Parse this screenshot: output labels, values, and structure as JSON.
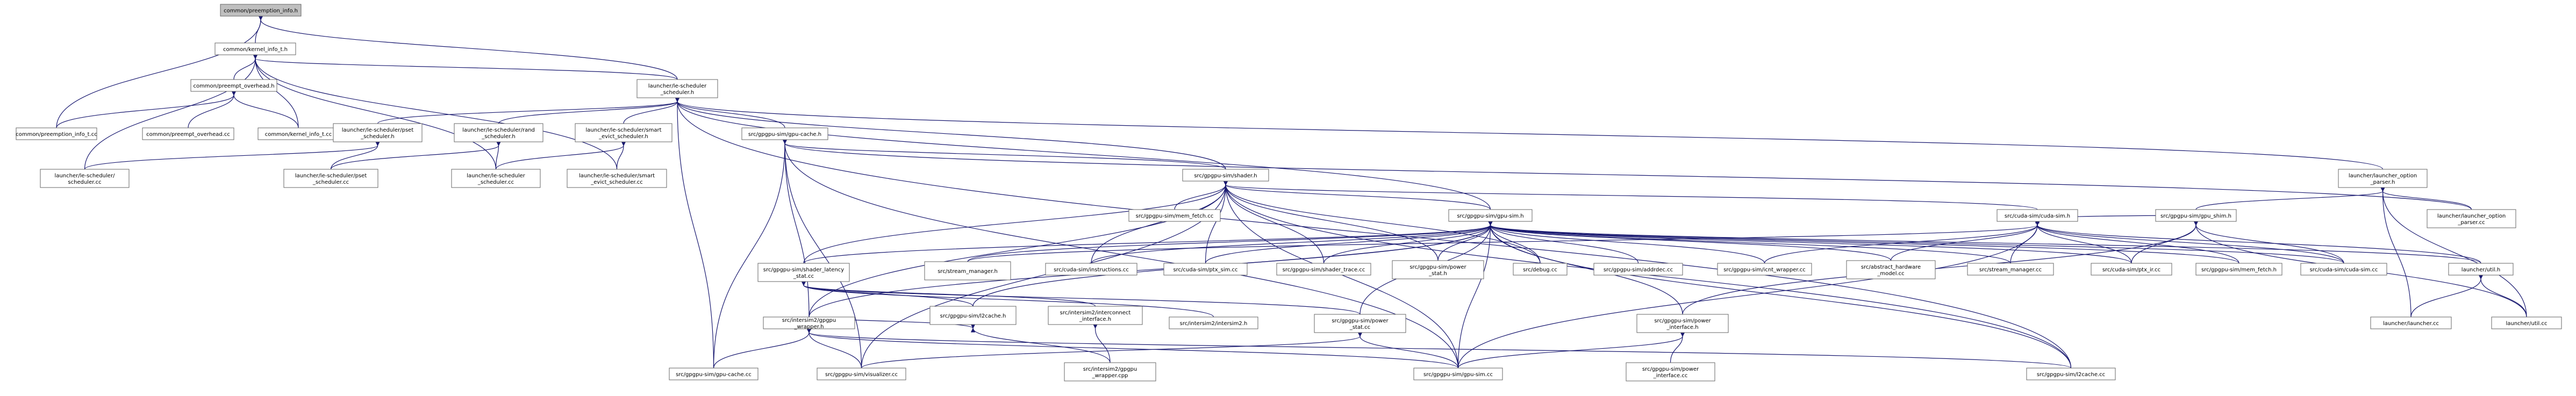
{
  "colors": {
    "node_fill": "#ffffff",
    "root_fill": "#bfbfbf",
    "red_border": "#ff0000",
    "edge": "#191970",
    "text": "#000000"
  },
  "nodes": [
    {
      "id": "n1",
      "lines": [
        "common/preemption_info.h"
      ],
      "root": true
    },
    {
      "id": "n2",
      "lines": [
        "common/kernel_info_t.h"
      ]
    },
    {
      "id": "n3",
      "lines": [
        "launcher/le-scheduler",
        "_scheduler.h"
      ]
    },
    {
      "id": "n4",
      "lines": [
        "common/preempt_overhead.h"
      ]
    },
    {
      "id": "n5",
      "lines": [
        "common/preemption_info_t.cc"
      ]
    },
    {
      "id": "n6",
      "lines": [
        "common/preempt_overhead.cc"
      ]
    },
    {
      "id": "n7",
      "lines": [
        "common/kernel_info_t.cc"
      ]
    },
    {
      "id": "n8",
      "lines": [
        "launcher/le-scheduler/",
        "scheduler.cc"
      ]
    },
    {
      "id": "n9",
      "lines": [
        "launcher/le-scheduler/pset",
        "_scheduler.h"
      ]
    },
    {
      "id": "n10",
      "lines": [
        "launcher/le-scheduler/rand",
        "_scheduler.h"
      ]
    },
    {
      "id": "n11",
      "lines": [
        "launcher/le-scheduler/smart",
        "_evict_scheduler.h"
      ]
    },
    {
      "id": "n12",
      "lines": [
        "src/gpgpu-sim/gpu-cache.h"
      ]
    },
    {
      "id": "n13",
      "lines": [
        "launcher/le-scheduler/pset",
        "_scheduler.cc"
      ]
    },
    {
      "id": "n14",
      "lines": [
        "launcher/le-scheduler",
        "_scheduler.cc"
      ]
    },
    {
      "id": "n15",
      "lines": [
        "launcher/le-scheduler/smart",
        "_evict_scheduler.cc"
      ]
    },
    {
      "id": "n16",
      "lines": [
        "src/gpgpu-sim/shader.h"
      ]
    },
    {
      "id": "n17",
      "lines": [
        "launcher/launcher_option",
        "_parser.h"
      ]
    },
    {
      "id": "n18",
      "lines": [
        "src/gpgpu-sim/mem_fetch.cc"
      ]
    },
    {
      "id": "n19",
      "lines": [
        "src/cuda-sim/cuda-sim.h"
      ],
      "red": true
    },
    {
      "id": "n20",
      "lines": [
        "src/gpgpu-sim/gpu-sim.h"
      ]
    },
    {
      "id": "n21",
      "lines": [
        "src/gpgpu-sim/gpu_shim.h"
      ]
    },
    {
      "id": "n22",
      "lines": [
        "launcher/launcher_option",
        "_parser.cc"
      ]
    },
    {
      "id": "n23",
      "lines": [
        "src/gpgpu-sim/shader_latency",
        "_stat.cc"
      ]
    },
    {
      "id": "n24",
      "lines": [
        "src/stream_manager.h"
      ]
    },
    {
      "id": "n25",
      "lines": [
        "src/cuda-sim/instructions.cc"
      ]
    },
    {
      "id": "n26",
      "lines": [
        "src/cuda-sim/ptx_sim.cc"
      ]
    },
    {
      "id": "n27",
      "lines": [
        "src/gpgpu-sim/shader_trace.cc"
      ]
    },
    {
      "id": "n28",
      "lines": [
        "src/gpgpu-sim/power",
        "_stat.h"
      ]
    },
    {
      "id": "n29",
      "lines": [
        "src/debug.cc"
      ]
    },
    {
      "id": "n30",
      "lines": [
        "src/gpgpu-sim/addrdec.cc"
      ]
    },
    {
      "id": "n31",
      "lines": [
        "src/gpgpu-sim/icnt_wrapper.cc"
      ]
    },
    {
      "id": "n32",
      "lines": [
        "src/abstract_hardware",
        "_model.cc"
      ]
    },
    {
      "id": "n33",
      "lines": [
        "src/stream_manager.cc"
      ]
    },
    {
      "id": "n34",
      "lines": [
        "src/cuda-sim/ptx_ir.cc"
      ]
    },
    {
      "id": "n35",
      "lines": [
        "src/gpgpu-sim/mem_fetch.h"
      ]
    },
    {
      "id": "n36",
      "lines": [
        "src/cuda-sim/cuda-sim.cc"
      ]
    },
    {
      "id": "n37",
      "lines": [
        "launcher/util.h"
      ]
    },
    {
      "id": "n38",
      "lines": [
        "src/intersim2/gpgpu",
        "_wrapper.h"
      ]
    },
    {
      "id": "n39",
      "lines": [
        "src/gpgpu-sim/l2cache.h"
      ]
    },
    {
      "id": "n40",
      "lines": [
        "src/intersim2/interconnect",
        "_interface.h"
      ],
      "red": true
    },
    {
      "id": "n41",
      "lines": [
        "src/intersim2/intersim2.h"
      ],
      "red": true
    },
    {
      "id": "n42",
      "lines": [
        "src/gpgpu-sim/power",
        "_stat.cc"
      ]
    },
    {
      "id": "n43",
      "lines": [
        "src/gpgpu-sim/power",
        "_interface.h"
      ]
    },
    {
      "id": "n44",
      "lines": [
        "launcher/launcher.cc"
      ]
    },
    {
      "id": "n45",
      "lines": [
        "launcher/util.cc"
      ]
    },
    {
      "id": "n46",
      "lines": [
        "src/gpgpu-sim/gpu-cache.cc"
      ]
    },
    {
      "id": "n47",
      "lines": [
        "src/gpgpu-sim/visualizer.cc"
      ]
    },
    {
      "id": "n48",
      "lines": [
        "src/intersim2/gpgpu",
        "_wrapper.cpp"
      ]
    },
    {
      "id": "n49",
      "lines": [
        "src/gpgpu-sim/gpu-sim.cc"
      ]
    },
    {
      "id": "n50",
      "lines": [
        "src/gpgpu-sim/power",
        "_interface.cc"
      ]
    },
    {
      "id": "n51",
      "lines": [
        "src/gpgpu-sim/l2cache.cc"
      ]
    }
  ]
}
